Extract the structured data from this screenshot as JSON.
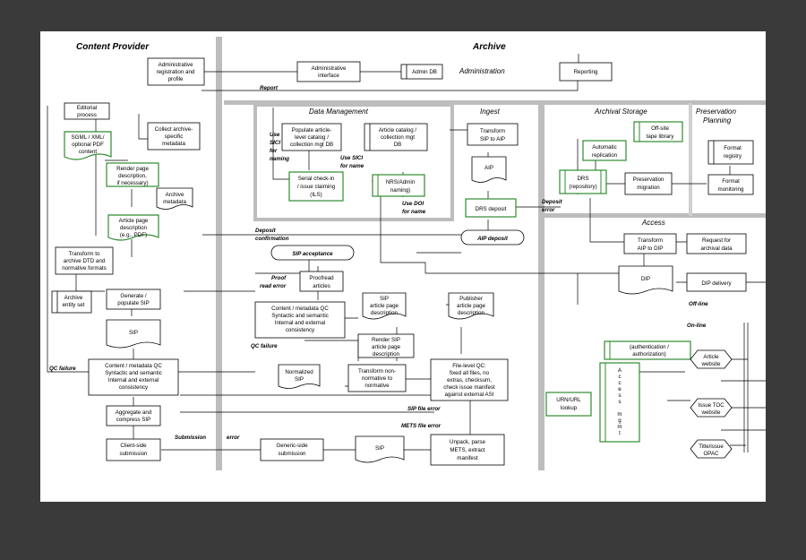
{
  "lanes": {
    "content_provider": "Content Provider",
    "archive": "Archive",
    "administration": "Administration",
    "data_management": "Data Management",
    "ingest": "Ingest",
    "archival_storage": "Archival Storage",
    "preservation_planning": [
      "Preservation",
      "Planning"
    ],
    "access": "Access"
  },
  "boxes": {
    "admin_reg": [
      "Administrative",
      "registration and",
      "profile"
    ],
    "admin_interface": [
      "Administrative",
      "interface"
    ],
    "admin_db": "Admin DB",
    "reporting": "Reporting",
    "editorial": [
      "Editorial",
      "process"
    ],
    "sgml": [
      "SGML / XML/",
      "optional PDF",
      "content"
    ],
    "collect_archive": [
      "Collect archive-",
      "specific",
      "metadata"
    ],
    "render_page": [
      "Render page",
      "description,",
      "if necessary)"
    ],
    "archive_metadata": [
      "Archive",
      "metadata"
    ],
    "article_page_desc": [
      "Article page",
      "description",
      "(e.g., PDF)"
    ],
    "transform_dtd": [
      "Transform to",
      "archive DTD and",
      "normative formats"
    ],
    "archive_entity": [
      "Archive",
      "entity set"
    ],
    "generate_sip": [
      "Generate /",
      "populate SIP"
    ],
    "sip_cp": "SIP",
    "qc_cp": [
      "Content / metadata QC",
      "Syntactic and semantic",
      "Internal and external",
      "consistency"
    ],
    "aggregate": [
      "Aggregate and",
      "compress SIP"
    ],
    "client_sub": [
      "Client-side",
      "submission"
    ],
    "populate_catalog": [
      "Populate article-",
      "level catalog /",
      "collection mgt DB"
    ],
    "article_catalog": [
      "Article catalog /",
      "collection mgt",
      "DB"
    ],
    "serial_checkin": [
      "Serial check-in",
      "/ issue claiming",
      "(ILS)"
    ],
    "nrs": [
      "NRS/Admin",
      "naming)"
    ],
    "transform_sip_aip": [
      "Transform",
      "SIP to AIP"
    ],
    "aip_ingest": "AIP",
    "drs_deposit": "DRS deposit",
    "aip_deposit": "AIP deposit",
    "offsite": [
      "Off-site",
      "tape library"
    ],
    "auto_replication": [
      "Automatic",
      "replication"
    ],
    "drs": [
      "DRS",
      "(repository)"
    ],
    "pres_migration": [
      "Preservation",
      "migration"
    ],
    "format_registry": [
      "Format",
      "registry"
    ],
    "format_monitoring": [
      "Format",
      "monitoring"
    ],
    "sip_acceptance": "SIP acceptance",
    "proofread": [
      "Proofread",
      "articles"
    ],
    "qc_archive": [
      "Content / metadata QC",
      "Syntactic and semantic",
      "Internal and external",
      "consistency"
    ],
    "sip_article_page": [
      "SIP",
      "article page",
      "description"
    ],
    "pub_article_page": [
      "Publisher",
      "article page",
      "description"
    ],
    "render_sip": [
      "Render SIP",
      "article page",
      "description"
    ],
    "normalized_sip": [
      "Normalized",
      "SIP"
    ],
    "transform_non": [
      "Transform non-",
      "normative to",
      "normative"
    ],
    "file_qc": [
      "File-level QC:",
      "fixed all files, no",
      "extras, checksum,",
      "check issue manifest",
      "against external ASI"
    ],
    "generic_sub": [
      "Generic-side",
      "submission"
    ],
    "sip_transfer": "SIP",
    "unpack": [
      "Unpack, parse",
      "METS, extract",
      "manifest"
    ],
    "transform_aip_dip": [
      "Transform",
      "AIP to DIP"
    ],
    "request": [
      "Request for",
      "archival data"
    ],
    "dip": "DIP",
    "dip_delivery": "DIP delivery",
    "authentication": [
      "(authentication /",
      "authorization)"
    ],
    "access_mgmt": [
      "A",
      "c",
      "c",
      "e",
      "s",
      "s",
      "",
      "m",
      "g",
      "m",
      "t"
    ],
    "urn": [
      "URN/URL",
      "lookup"
    ],
    "article_website": [
      "Article",
      "website"
    ],
    "issue_toc": [
      "Issue TOC",
      "website"
    ],
    "title_opac": [
      "Title/issue",
      "OPAC"
    ]
  },
  "labels": {
    "report": "Report",
    "use_sici_left": [
      "Use",
      "SICI",
      "for",
      "naming"
    ],
    "use_sici_mid": [
      "Use SICI",
      "for name"
    ],
    "use_doi": [
      "Use DOI",
      "for name"
    ],
    "deposit_error": [
      "Deposit",
      "error"
    ],
    "deposit_confirmation": [
      "Deposit",
      "confirmation"
    ],
    "proof_read_error": [
      "Proof",
      "read error"
    ],
    "qc_failure_mid": "QC failure",
    "qc_failure_left": "QC failure",
    "sip_file_error": "SIP file error",
    "mets_file_error": "METS file error",
    "submission_error": [
      "Submission",
      "error"
    ],
    "off_line": "Off-line",
    "on_line": "On-line"
  }
}
